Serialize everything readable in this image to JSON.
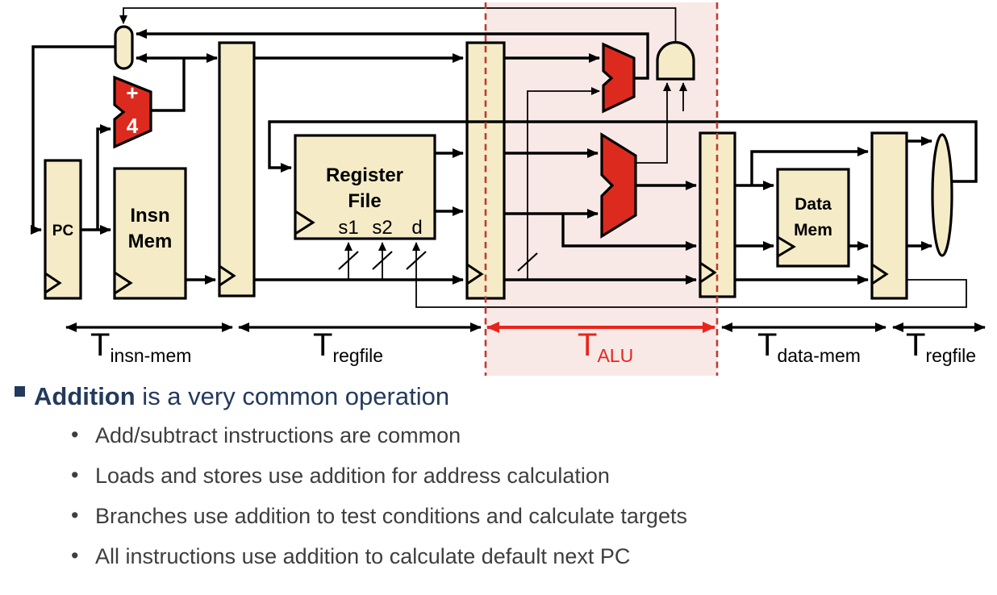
{
  "slide": {
    "heading": {
      "bold": "Addition",
      "rest": " is a very common operation"
    },
    "bullet_glyph": "•",
    "bullets": [
      "Add/subtract instructions are common",
      "Loads and stores use addition for address calculation",
      "Branches use addition to test conditions and calculate targets",
      "All instructions use addition to calculate default next PC"
    ]
  },
  "diagram": {
    "labels": {
      "pc": "PC",
      "insn_mem_line1": "Insn",
      "insn_mem_line2": "Mem",
      "regfile_line1": "Register",
      "regfile_line2": "File",
      "port_s1": "s1",
      "port_s2": "s2",
      "port_d": "d",
      "data_mem_line1": "Data",
      "data_mem_line2": "Mem",
      "adder_plus": "+",
      "adder_increment": "4"
    },
    "timing": {
      "t_insn_mem": {
        "base": "T",
        "sub": "insn-mem"
      },
      "t_regfile": {
        "base": "T",
        "sub": "regfile"
      },
      "t_alu": {
        "base": "T",
        "sub": "ALU"
      },
      "t_data_mem": {
        "base": "T",
        "sub": "data-mem"
      },
      "t_regfile_wb": {
        "base": "T",
        "sub": "regfile"
      }
    },
    "icons": {
      "pc_next_mux": "mux-capsule",
      "writeback_mux": "mux-oval",
      "branch_and": "and-gate",
      "clock_inputs": "clock-wedge"
    }
  },
  "colors": {
    "cream": "#F5ECC7",
    "red": "#DC2B1E",
    "pink": "#F8E9E7",
    "dash-red": "#BD3C30",
    "bright-red": "#E8251C",
    "navy": "#233A5C",
    "gray": "#3E3E3E",
    "wire": "#000000"
  }
}
